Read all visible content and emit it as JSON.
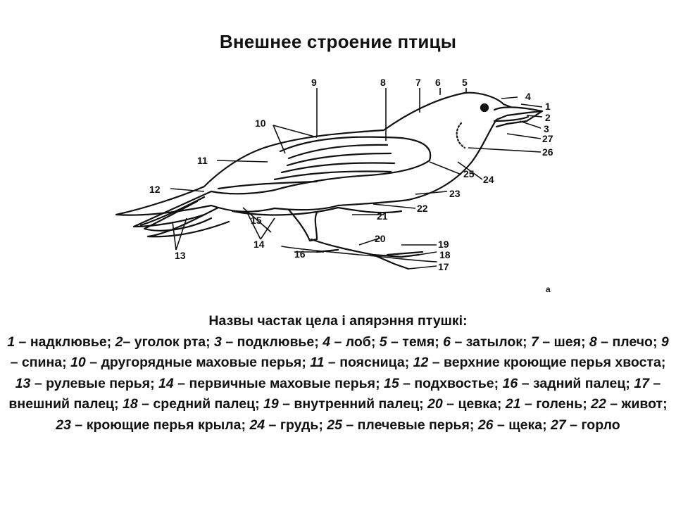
{
  "title": "Внешнее строение птицы",
  "diagram": {
    "callouts": [
      "1",
      "2",
      "3",
      "4",
      "5",
      "6",
      "7",
      "8",
      "9",
      "10",
      "11",
      "12",
      "13",
      "14",
      "15",
      "16",
      "17",
      "18",
      "19",
      "20",
      "21",
      "22",
      "23",
      "24",
      "25",
      "26",
      "27"
    ],
    "corner_mark": "a"
  },
  "caption": {
    "heading": "Назвы частак цела і апярэння птушкі:",
    "items": [
      {
        "num": "1",
        "sep": " – ",
        "text": "надклювье"
      },
      {
        "num": "2",
        "sep": "– ",
        "text": "уголок рта"
      },
      {
        "num": "3",
        "sep": " – ",
        "text": "подклювье"
      },
      {
        "num": "4",
        "sep": " – ",
        "text": "лоб"
      },
      {
        "num": "5",
        "sep": " – ",
        "text": "темя"
      },
      {
        "num": "6",
        "sep": " – ",
        "text": "затылок"
      },
      {
        "num": "7",
        "sep": " – ",
        "text": "шея"
      },
      {
        "num": "8",
        "sep": " – ",
        "text": "плечо"
      },
      {
        "num": "9",
        "sep": " – ",
        "text": "спина"
      },
      {
        "num": "10",
        "sep": " – ",
        "text": "другорядные маховые перья"
      },
      {
        "num": "11",
        "sep": " – ",
        "text": "поясница"
      },
      {
        "num": "12",
        "sep": " – ",
        "text": "верхние кроющие перья хвоста"
      },
      {
        "num": "13",
        "sep": " – ",
        "text": "рулевые перья"
      },
      {
        "num": "14",
        "sep": " – ",
        "text": "первичные маховые перья"
      },
      {
        "num": "15",
        "sep": " – ",
        "text": "подхвостье"
      },
      {
        "num": "16",
        "sep": " – ",
        "text": "задний палец"
      },
      {
        "num": "17",
        "sep": " – ",
        "text": "внешний палец"
      },
      {
        "num": "18",
        "sep": " – ",
        "text": "средний палец"
      },
      {
        "num": "19",
        "sep": " – ",
        "text": "внутренний палец"
      },
      {
        "num": "20",
        "sep": " – ",
        "text": "цевка"
      },
      {
        "num": "21",
        "sep": " – ",
        "text": "голень"
      },
      {
        "num": "22",
        "sep": " – ",
        "text": "живот"
      },
      {
        "num": "23",
        "sep": " – ",
        "text": "кроющие перья крыла"
      },
      {
        "num": "24",
        "sep": " – ",
        "text": "грудь"
      },
      {
        "num": "25",
        "sep": " – ",
        "text": "плечевые перья"
      },
      {
        "num": "26",
        "sep": " – ",
        "text": "щека"
      },
      {
        "num": "27",
        "sep": " – ",
        "text": "горло"
      }
    ]
  }
}
